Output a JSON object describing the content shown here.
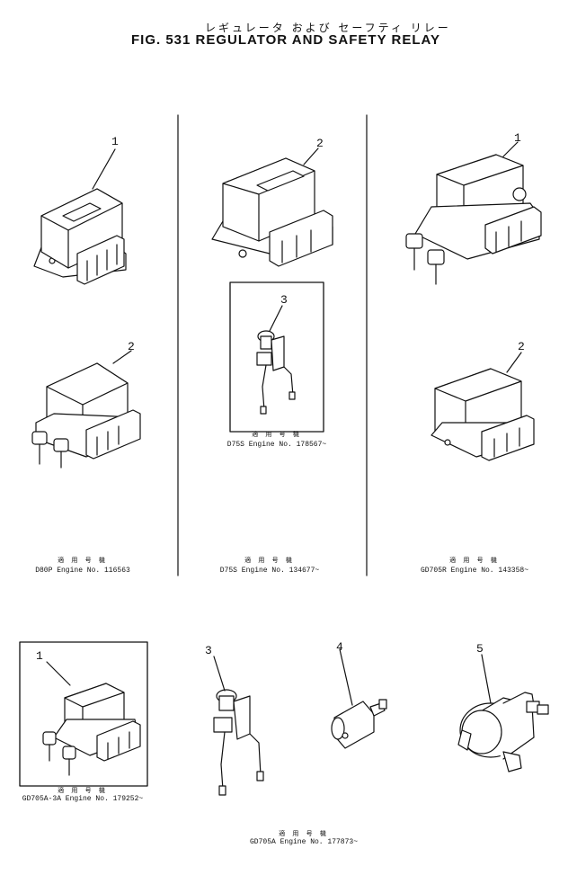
{
  "header": {
    "title_jp": "レギュレータ および セーフティ リレー",
    "title_en": "FIG. 531  REGULATOR AND SAFETY RELAY"
  },
  "callouts": {
    "p1a": "1",
    "p1b": "2",
    "p2a": "2",
    "p2b": "3",
    "p3a": "1",
    "p3b": "2",
    "p4a": "1",
    "p4b": "3",
    "p4c": "4",
    "p4d": "5"
  },
  "captions": {
    "applicable_jp": "適 用 号 機",
    "c1": "D80P  Engine No. 116563",
    "c2_inset": "D75S  Engine No. 178567~",
    "c2": "D75S  Engine No. 134677~",
    "c3": "GD705R  Engine No. 143358~",
    "c4_inset": "GD705A-3A  Engine No. 179252~",
    "c5": "GD705A  Engine No. 177873~"
  }
}
